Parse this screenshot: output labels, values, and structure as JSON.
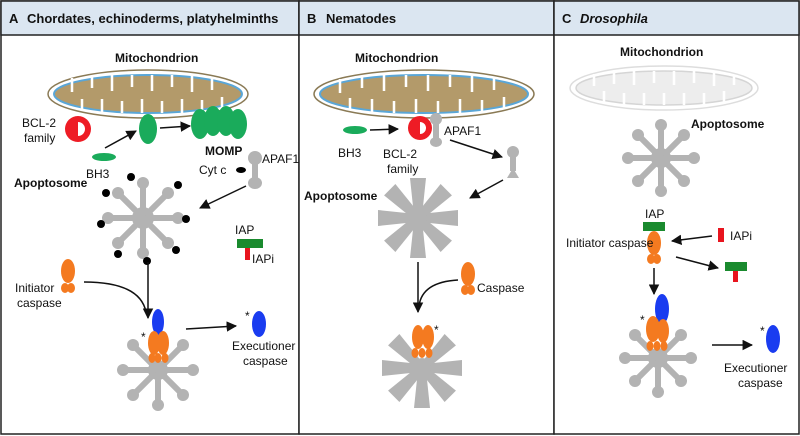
{
  "panels": {
    "a": {
      "letter": "A",
      "title": "Chordates, echinoderms, platyhelminths"
    },
    "b": {
      "letter": "B",
      "title": "Nematodes"
    },
    "c": {
      "letter": "C",
      "title": "Drosophila"
    }
  },
  "labels": {
    "mitochondrion": "Mitochondrion",
    "bcl2_line1": "BCL-2",
    "bcl2_line2": "family",
    "bh3": "BH3",
    "momp": "MOMP",
    "cytc": "Cyt c",
    "apaf1": "APAF1",
    "apoptosome": "Apoptosome",
    "iap": "IAP",
    "iapi": "IAPi",
    "initiator_line1": "Initiator",
    "initiator_line2": "caspase",
    "initiator_caspase": "Initiator caspase",
    "caspase": "Caspase",
    "executioner_line1": "Executioner",
    "executioner_line2": "caspase",
    "star": "*"
  },
  "colors": {
    "panel_header_bg": "#dbe6f1",
    "mito_fill": "#b39a6a",
    "mito_outer": "#8a7a55",
    "mito_inner": "#5aa6d6",
    "bcl2": "#ee1c25",
    "bh3": "#1aab5b",
    "momp": "#1aab5b",
    "apaf_grey": "#b3b3b3",
    "caspase": "#f47a20",
    "executioner": "#1a3cf0",
    "iap": "#1a8a2e",
    "iapi": "#e8141e",
    "black": "#000000"
  }
}
